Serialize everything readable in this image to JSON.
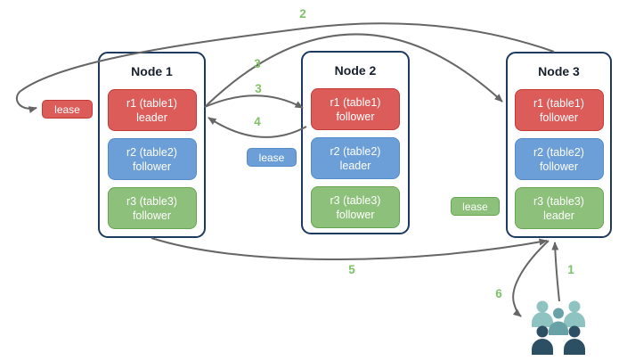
{
  "diagram": {
    "nodes": [
      {
        "title": "Node 1",
        "replicas": [
          {
            "name": "r1 (table1)",
            "role": "leader",
            "color": "red"
          },
          {
            "name": "r2 (table2)",
            "role": "follower",
            "color": "blue"
          },
          {
            "name": "r3 (table3)",
            "role": "follower",
            "color": "green"
          }
        ]
      },
      {
        "title": "Node 2",
        "replicas": [
          {
            "name": "r1 (table1)",
            "role": "follower",
            "color": "red"
          },
          {
            "name": "r2 (table2)",
            "role": "leader",
            "color": "blue"
          },
          {
            "name": "r3 (table3)",
            "role": "follower",
            "color": "green"
          }
        ]
      },
      {
        "title": "Node 3",
        "replicas": [
          {
            "name": "r1 (table1)",
            "role": "follower",
            "color": "red"
          },
          {
            "name": "r2 (table2)",
            "role": "follower",
            "color": "blue"
          },
          {
            "name": "r3 (table3)",
            "role": "leader",
            "color": "green"
          }
        ]
      }
    ],
    "leases": [
      {
        "label": "lease",
        "color": "red"
      },
      {
        "label": "lease",
        "color": "blue"
      },
      {
        "label": "lease",
        "color": "green"
      }
    ],
    "steps": {
      "s1": "1",
      "s2": "2",
      "s3a": "3",
      "s3b": "3",
      "s4": "4",
      "s5": "5",
      "s6": "6"
    },
    "icons": {
      "users": "users-icon"
    }
  },
  "colors": {
    "red_fill": "#dc5c5a",
    "red_border": "#c43b38",
    "blue_fill": "#6c9fd7",
    "blue_border": "#548cc9",
    "green_fill": "#8dc07a",
    "green_border": "#66a450",
    "node_border": "#1f3a5f",
    "arrow_gray": "#666666",
    "step_label_green": "#7ec267",
    "users_light_teal": "#8fc3c1",
    "users_mid_teal": "#68a2a6",
    "users_dark_teal": "#2d4f63"
  }
}
